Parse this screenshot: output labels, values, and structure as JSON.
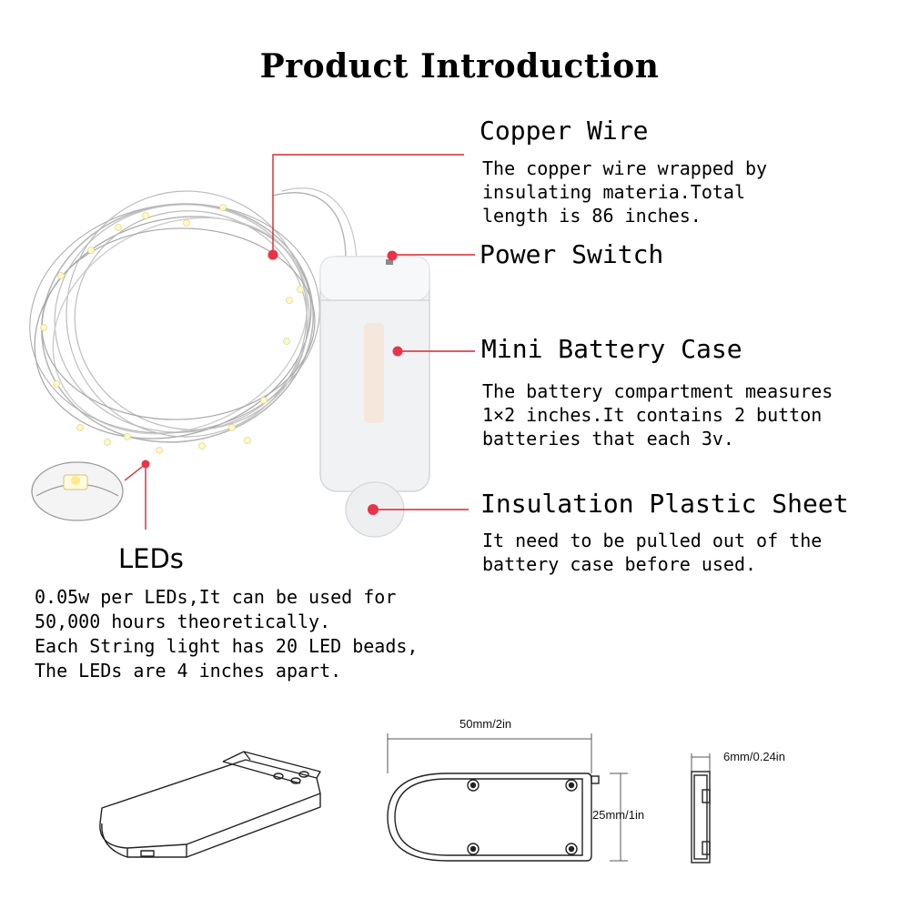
{
  "title": "Product Introduction",
  "callouts": {
    "copper_wire": {
      "heading": "Copper Wire",
      "lines": [
        "The copper wire wrapped by",
        "insulating materia.Total",
        "length is 86 inches."
      ]
    },
    "power_switch": {
      "heading": "Power Switch"
    },
    "battery_case": {
      "heading": "Mini Battery Case",
      "lines": [
        "The battery compartment measures",
        "1×2 inches.It contains 2 button",
        "batteries that each 3v."
      ]
    },
    "insulation_sheet": {
      "heading": "Insulation Plastic Sheet",
      "lines": [
        "It need to be pulled out of the",
        "battery case before used."
      ]
    },
    "leds": {
      "heading": "LEDs",
      "lines": [
        "0.05w per LEDs,It can be used for",
        "50,000 hours theoretically.",
        "Each String light has 20 LED beads,",
        "The LEDs are 4 inches apart."
      ]
    }
  },
  "dimensions": {
    "width": "50mm/2in",
    "height": "25mm/1in",
    "thickness": "6mm/0.24in"
  },
  "colors": {
    "callout_line": "#d9262e",
    "callout_dot": "#e8334a"
  }
}
